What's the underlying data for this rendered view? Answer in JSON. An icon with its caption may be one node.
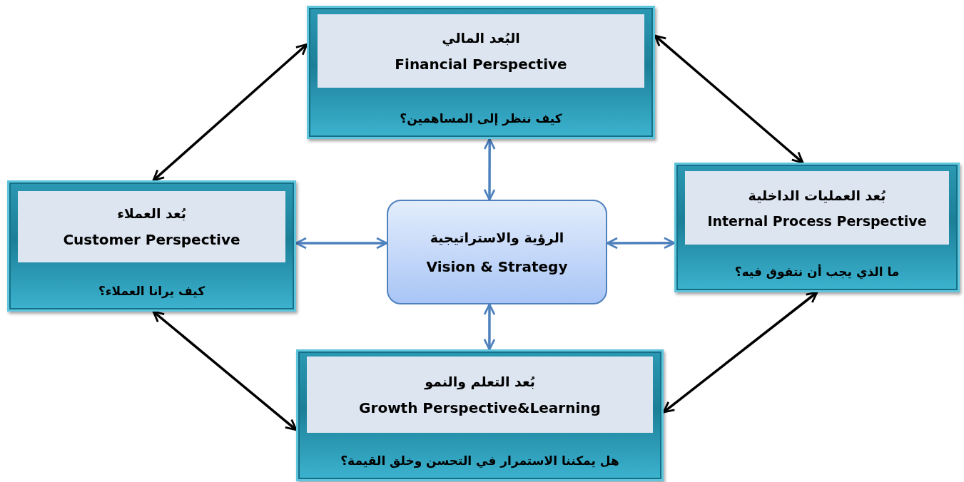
{
  "diagram": {
    "nodes": [
      {
        "text": [
          "كيف ننظر إلى المساهمين؟"
        ]
      },
      {
        "text": [
          "البُعد المالي",
          "Financial Perspective"
        ],
        "in": 0
      },
      {
        "text": [
          "كيف يرانا العملاء؟"
        ]
      },
      {
        "text": [
          "بُعد العملاء",
          "Customer Perspective"
        ],
        "in": 2
      },
      {
        "text": [
          "الرؤية والاستراتيجية",
          "Vision & Strategy"
        ]
      },
      {
        "text": [
          "ما الذي يجب أن نتفوق فيه؟"
        ]
      },
      {
        "text": [
          "بُعد العمليات الداخلية",
          "Internal Process Perspective"
        ],
        "in": 5
      },
      {
        "text": [
          "هل يمكننا الاستمرار في التحسن وخلق القيمة؟"
        ]
      },
      {
        "text": [
          "بُعد التعلم والنمو",
          "Growth Perspective&Learning"
        ],
        "in": 7
      }
    ],
    "edges": [
      {
        "from": 0,
        "to": 2,
        "arrow": "both"
      },
      {
        "from": 0,
        "to": 5,
        "arrow": "both"
      },
      {
        "from": 2,
        "to": 7,
        "arrow": "both"
      },
      {
        "from": 5,
        "to": 7,
        "arrow": "both"
      },
      {
        "from": 4,
        "to": 0,
        "arrow": "both",
        "color": "#4f81bd"
      },
      {
        "from": 4,
        "to": 2,
        "arrow": "both",
        "color": "#4f81bd"
      },
      {
        "from": 4,
        "to": 5,
        "arrow": "both",
        "color": "#4f81bd"
      },
      {
        "from": 4,
        "to": 7,
        "arrow": "both",
        "color": "#4f81bd"
      }
    ]
  }
}
